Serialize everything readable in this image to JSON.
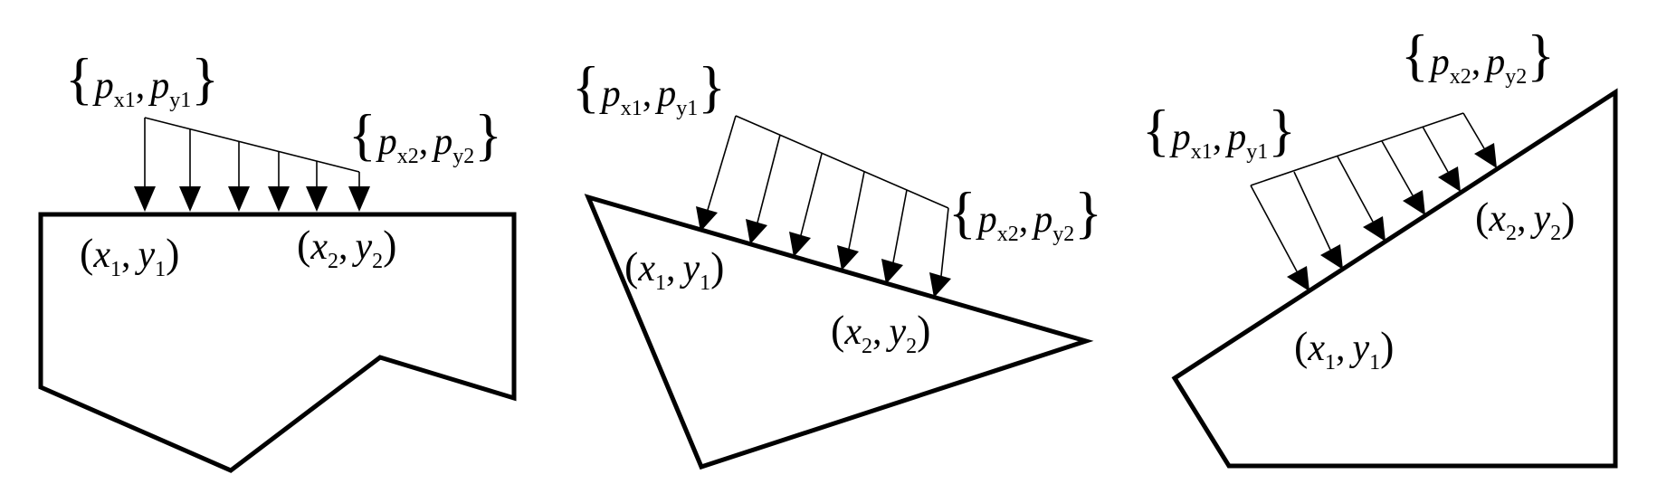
{
  "diagram": {
    "panels": [
      {
        "load_start": {
          "brace_open": "{",
          "p": "p",
          "sub_x": "x1",
          "comma": ",",
          "sub_y": "y1",
          "brace_close": "}"
        },
        "load_end": {
          "brace_open": "{",
          "p": "p",
          "sub_x": "x2",
          "comma": ",",
          "sub_y": "y2",
          "brace_close": "}"
        },
        "point_1": {
          "open": "(",
          "x": "x",
          "sub_x": "1",
          "comma": ",",
          "y": "y",
          "sub_y": "1",
          "close": ")"
        },
        "point_2": {
          "open": "(",
          "x": "x",
          "sub_x": "2",
          "comma": ",",
          "y": "y",
          "sub_y": "2",
          "close": ")"
        }
      },
      {
        "load_start": {
          "brace_open": "{",
          "p": "p",
          "sub_x": "x1",
          "comma": ",",
          "sub_y": "y1",
          "brace_close": "}"
        },
        "load_end": {
          "brace_open": "{",
          "p": "p",
          "sub_x": "x2",
          "comma": ",",
          "sub_y": "y2",
          "brace_close": "}"
        },
        "point_1": {
          "open": "(",
          "x": "x",
          "sub_x": "1",
          "comma": ",",
          "y": "y",
          "sub_y": "1",
          "close": ")"
        },
        "point_2": {
          "open": "(",
          "x": "x",
          "sub_x": "2",
          "comma": ",",
          "y": "y",
          "sub_y": "2",
          "close": ")"
        }
      },
      {
        "load_start": {
          "brace_open": "{",
          "p": "p",
          "sub_x": "x1",
          "comma": ",",
          "sub_y": "y1",
          "brace_close": "}"
        },
        "load_end": {
          "brace_open": "{",
          "p": "p",
          "sub_x": "x2",
          "comma": ",",
          "sub_y": "y2",
          "brace_close": "}"
        },
        "point_1": {
          "open": "(",
          "x": "x",
          "sub_x": "1",
          "comma": ",",
          "y": "y",
          "sub_y": "1",
          "close": ")"
        },
        "point_2": {
          "open": "(",
          "x": "x",
          "sub_x": "2",
          "comma": ",",
          "y": "y",
          "sub_y": "2",
          "close": ")"
        }
      }
    ]
  }
}
